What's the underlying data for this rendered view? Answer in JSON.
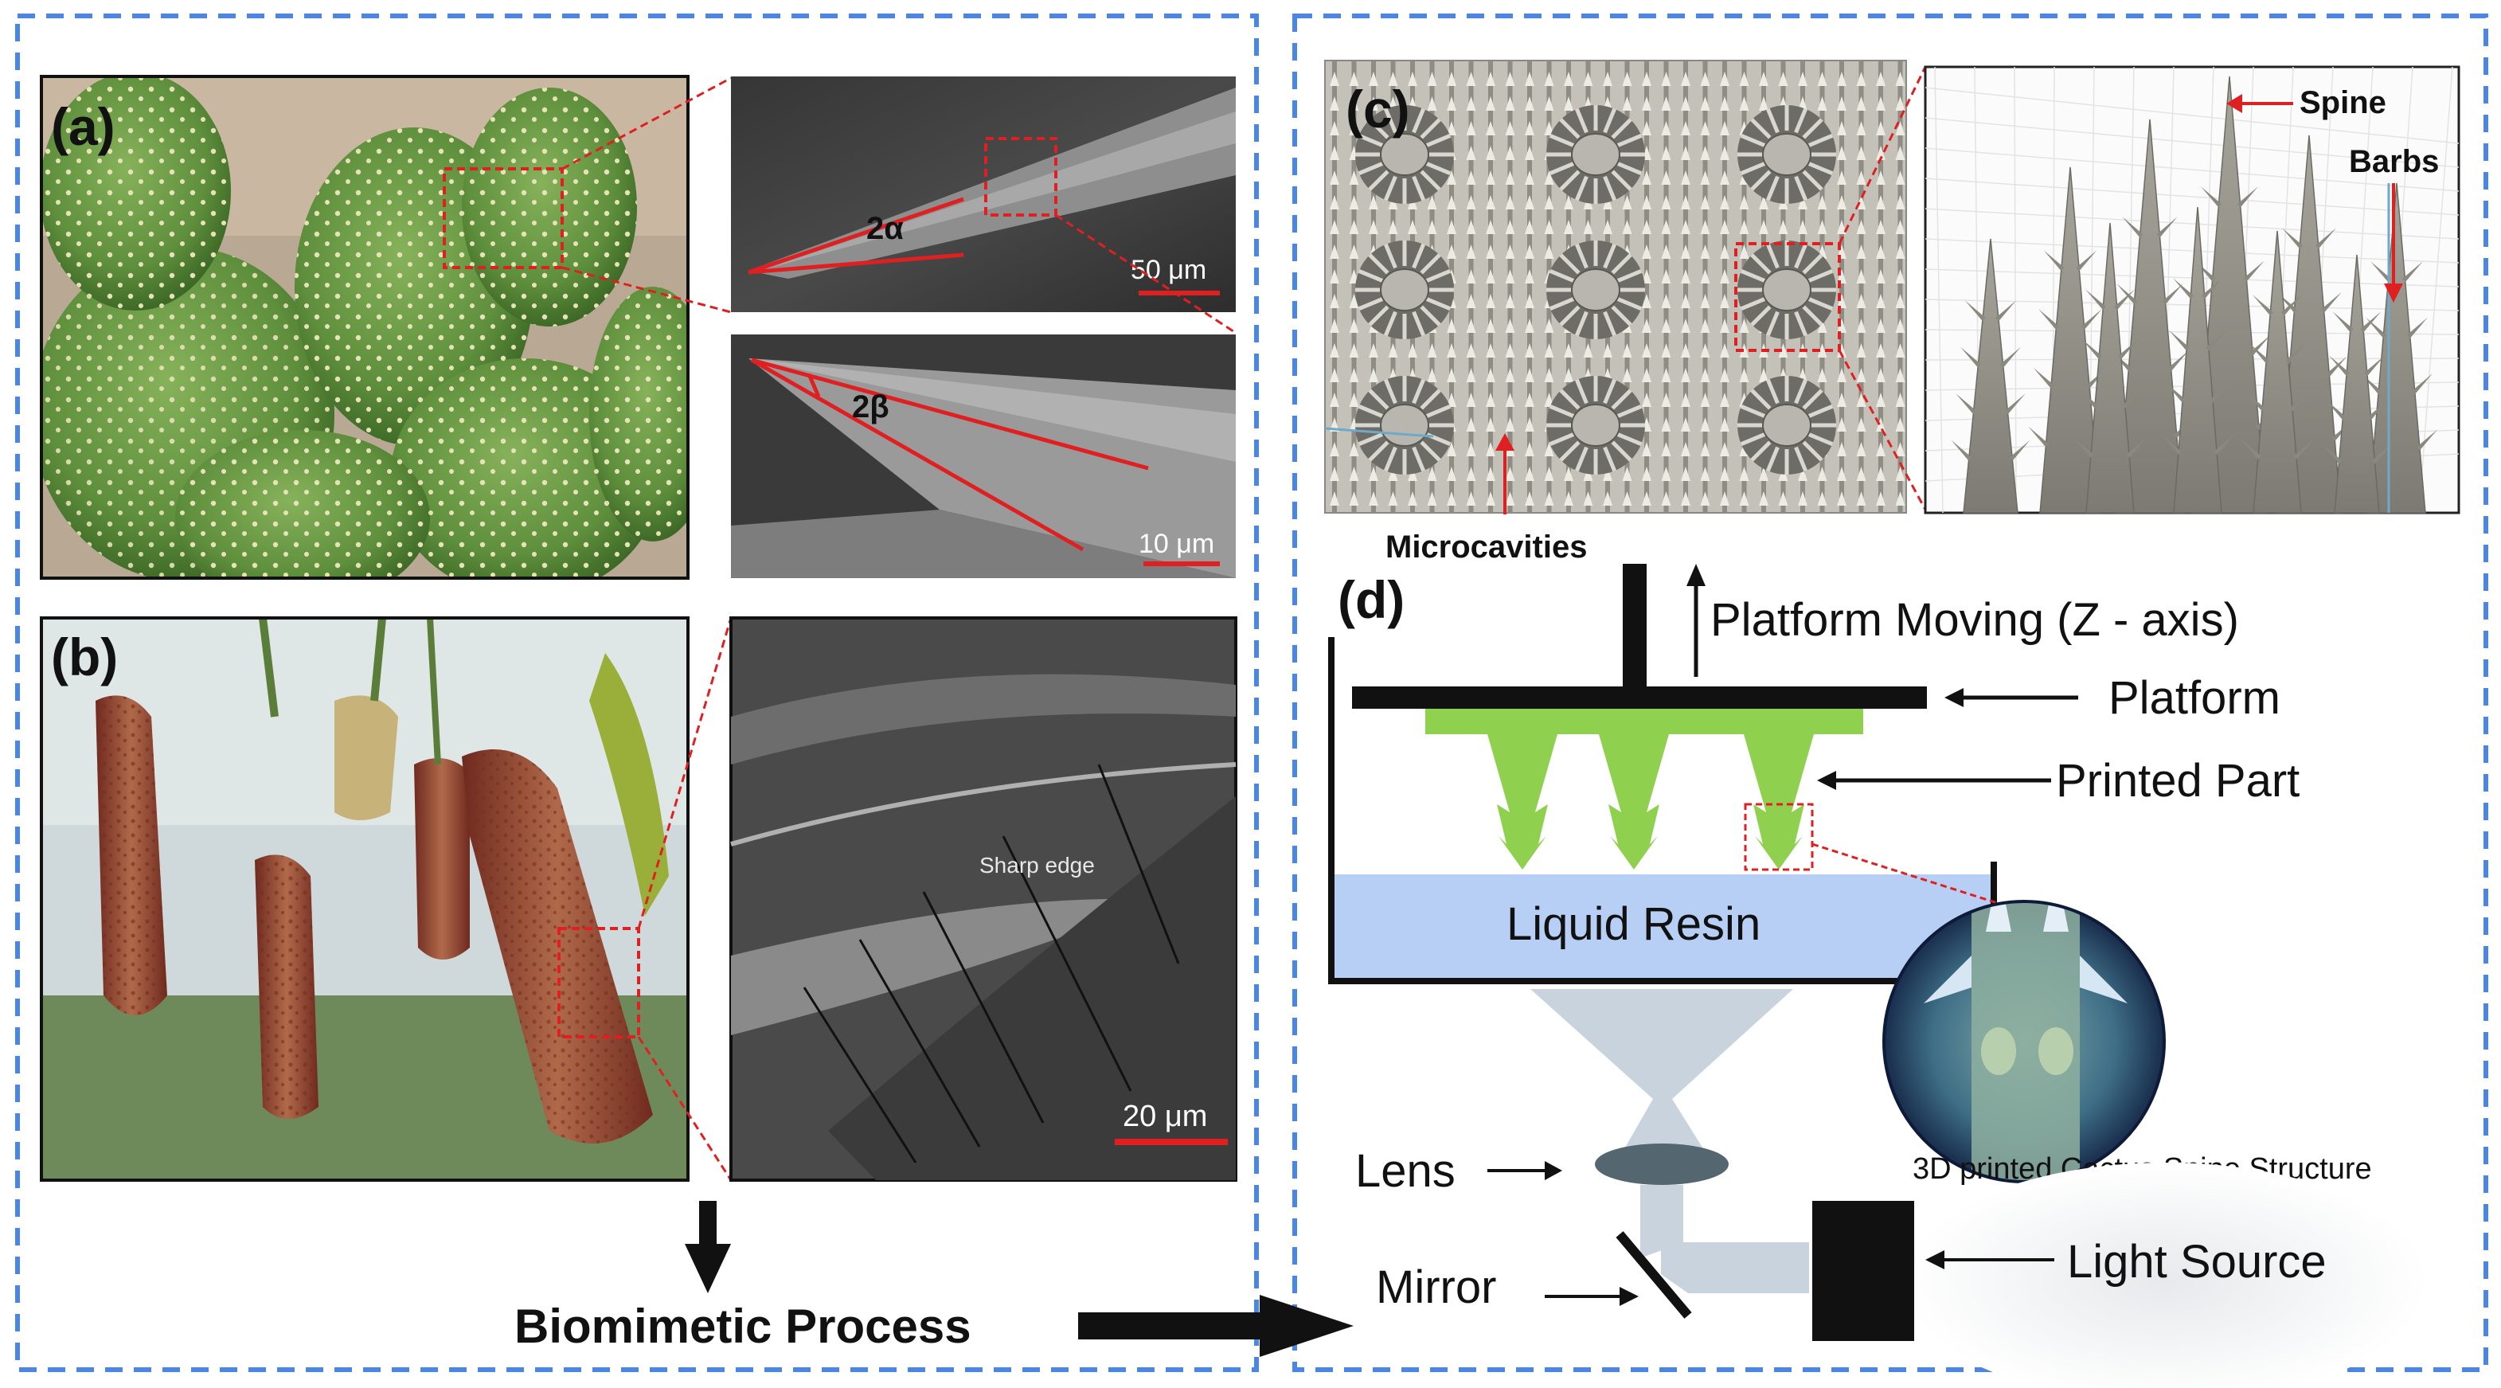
{
  "panels": {
    "a": {
      "letter": "(a)",
      "sem_top": {
        "angle_label": "2α",
        "scale_label": "50 μm"
      },
      "sem_bottom": {
        "angle_label": "2β",
        "scale_label": "10 μm"
      }
    },
    "b": {
      "letter": "(b)",
      "sem": {
        "annotation": "Sharp edge",
        "scale_label": "20 μm"
      }
    },
    "c": {
      "letter": "(c)",
      "microcavities_label": "Microcavities",
      "spine_label": "Spine",
      "barbs_label": "Barbs"
    },
    "d": {
      "letter": "(d)",
      "platform_moving_label": "Platform Moving (Z - axis)",
      "platform_label": "Platform",
      "printed_part_label": "Printed Part",
      "liquid_resin_label": "Liquid Resin",
      "lens_label": "Lens",
      "mirror_label": "Mirror",
      "light_source_label": "Light Source",
      "printed_structure_caption": "3D printed Cactus Spine Structure"
    }
  },
  "process_label": "Biomimetic Process",
  "colors": {
    "frame_dash": "#4a86e8",
    "callout_red": "#e02020",
    "resin_green": "#8fd14f",
    "liquid_resin": "#b7cff5",
    "beam": "#c9d3de",
    "lens": "#546670",
    "cactus_green": "#5e8f3c",
    "pitcher_red": "#8e3b2b"
  }
}
